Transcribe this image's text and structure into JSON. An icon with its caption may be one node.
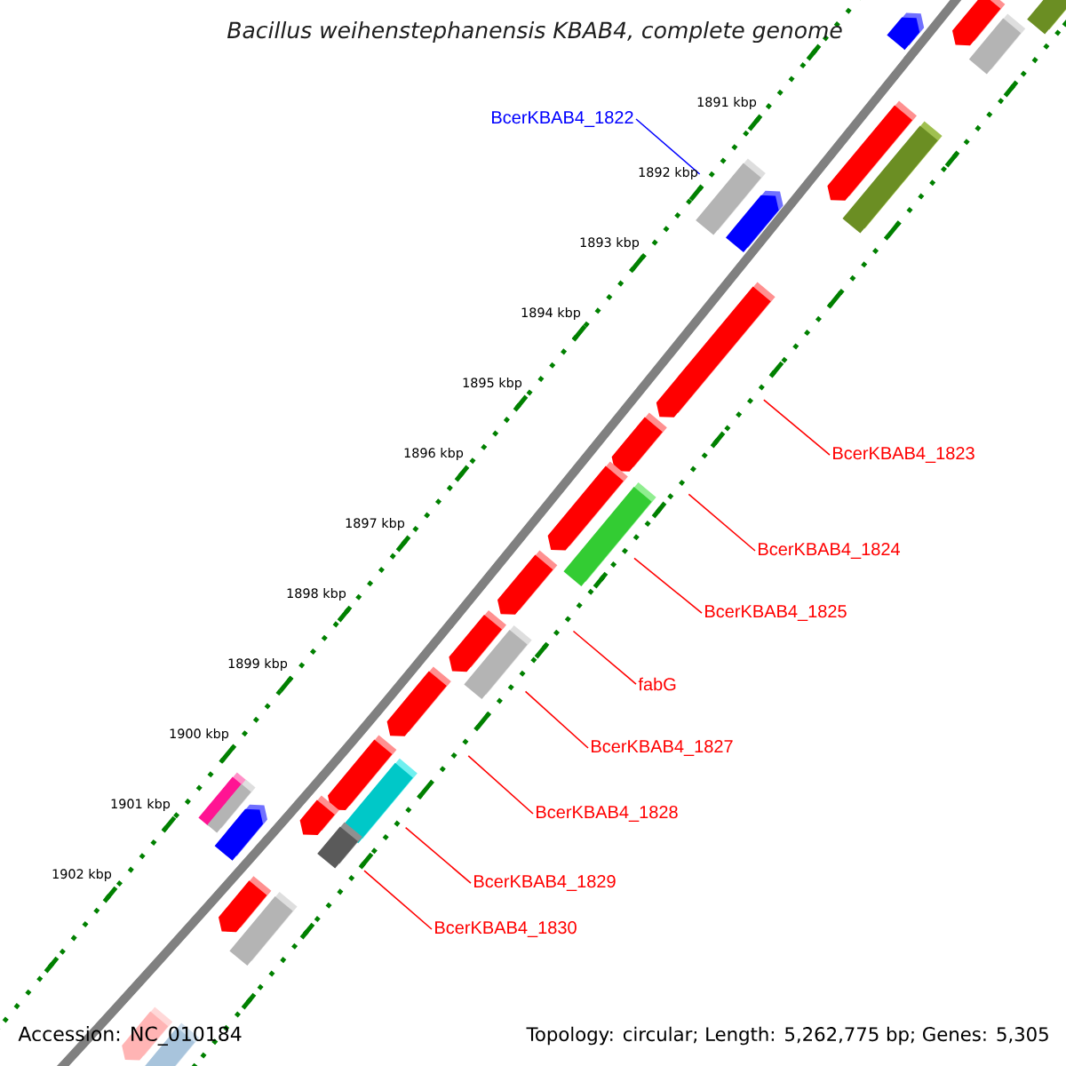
{
  "diagram": {
    "title": "Bacillus weihenstephanensis KBAB4, complete genome",
    "nodes": [
      {
        "text": [
          "BcerKBAB4_1822"
        ]
      },
      {
        "text": [],
        "shape": "box"
      },
      {
        "text": [
          "BcerKBAB4_1823"
        ]
      },
      {
        "text": [],
        "shape": "box"
      },
      {
        "text": [
          "BcerKBAB4_1824"
        ]
      },
      {
        "text": [],
        "shape": "box"
      },
      {
        "text": [
          "BcerKBAB4_1825"
        ]
      },
      {
        "text": [],
        "shape": "box"
      },
      {
        "text": [
          "fabG"
        ]
      },
      {
        "text": [],
        "shape": "box"
      },
      {
        "text": [
          "BcerKBAB4_1827"
        ]
      },
      {
        "text": [],
        "shape": "box"
      },
      {
        "text": [
          "BcerKBAB4_1828"
        ]
      },
      {
        "text": [],
        "shape": "box"
      },
      {
        "text": [
          "BcerKBAB4_1829"
        ]
      },
      {
        "text": [],
        "shape": "box"
      },
      {
        "text": [
          "BcerKBAB4_1830"
        ]
      },
      {
        "text": [],
        "shape": "box"
      },
      {
        "text": [],
        "shape": "box"
      },
      {
        "text": [],
        "shape": "box"
      },
      {
        "text": [],
        "shape": "box"
      },
      {
        "text": [],
        "shape": "box"
      },
      {
        "text": [],
        "shape": "box"
      },
      {
        "text": [],
        "shape": "box"
      },
      {
        "text": [],
        "shape": "box"
      },
      {
        "text": [],
        "shape": "box"
      },
      {
        "text": [],
        "shape": "box"
      },
      {
        "text": [],
        "shape": "box"
      },
      {
        "text": [],
        "shape": "box"
      },
      {
        "text": [],
        "shape": "box"
      },
      {
        "text": [],
        "shape": "box"
      },
      {
        "text": [],
        "shape": "box"
      },
      {
        "text": [],
        "shape": "box"
      },
      {
        "text": [],
        "shape": "box"
      },
      {
        "text": [],
        "shape": "box"
      },
      {
        "text": [],
        "shape": "box"
      }
    ],
    "edges": [
      {
        "from": 0,
        "to": 1,
        "arrow": "none",
        "color": "#0000ff"
      },
      {
        "from": 2,
        "to": 3,
        "arrow": "none"
      },
      {
        "from": 4,
        "to": 5,
        "arrow": "none"
      },
      {
        "from": 6,
        "to": 7,
        "arrow": "none"
      },
      {
        "from": 8,
        "to": 9,
        "arrow": "none"
      },
      {
        "from": 10,
        "to": 11,
        "arrow": "none"
      },
      {
        "from": 12,
        "to": 13,
        "arrow": "none"
      },
      {
        "from": 14,
        "to": 15,
        "arrow": "none"
      },
      {
        "from": 16,
        "to": 17,
        "arrow": "none"
      }
    ],
    "labels": [
      "1891 kbp",
      "1892 kbp",
      "1893 kbp",
      "1894 kbp",
      "1895 kbp",
      "1896 kbp",
      "1897 kbp",
      "1898 kbp",
      "1899 kbp",
      "1900 kbp",
      "1901 kbp",
      "1902 kbp",
      "Accession: NC_010184",
      "Topology: circular; Length: 5,262,775 bp; Genes: 5,305"
    ]
  }
}
